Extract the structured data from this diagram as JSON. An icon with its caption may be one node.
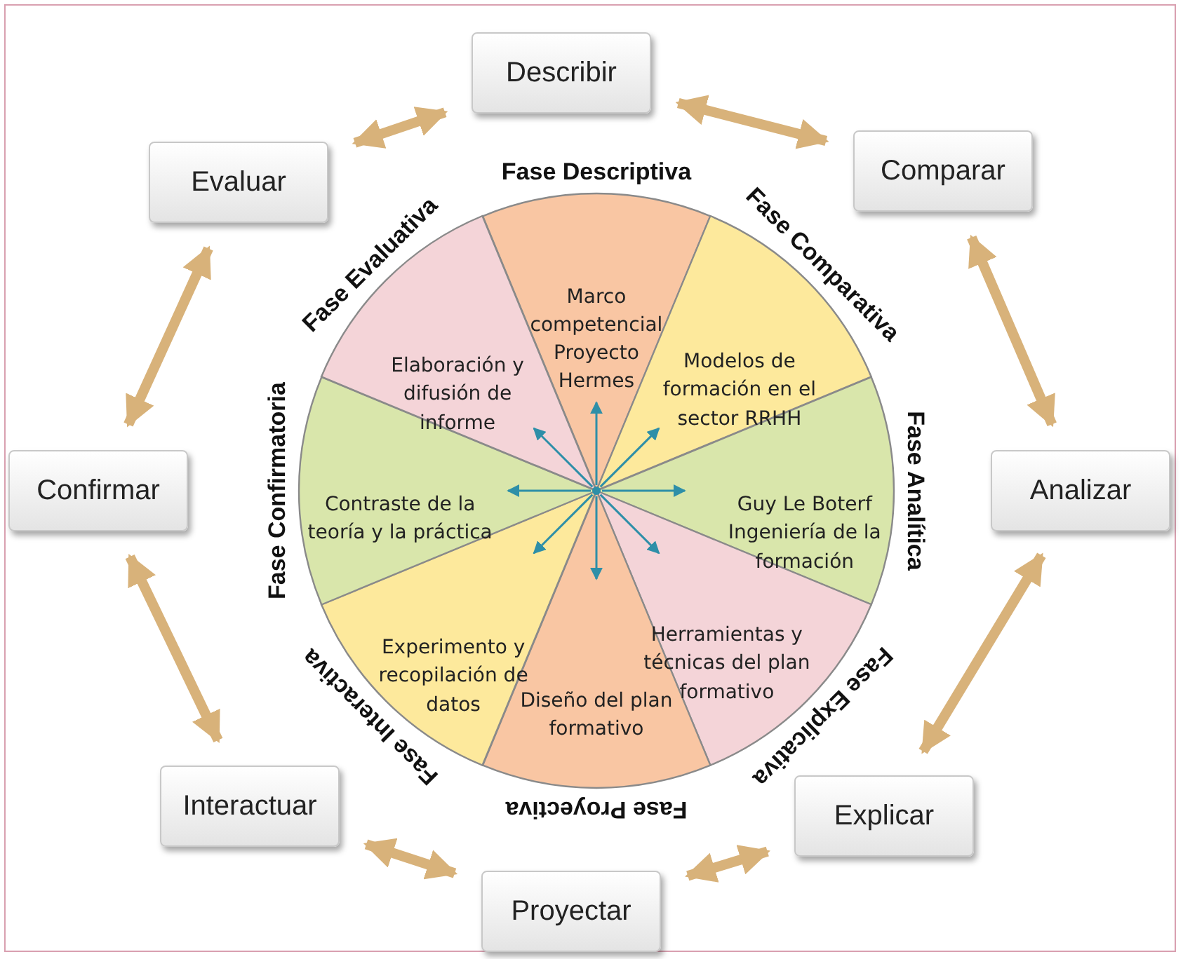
{
  "diagram": {
    "nodes": [
      {
        "text": [
          "Describir"
        ]
      },
      {
        "text": [
          "Comparar"
        ]
      },
      {
        "text": [
          "Analizar"
        ]
      },
      {
        "text": [
          "Explicar"
        ]
      },
      {
        "text": [
          "Proyectar"
        ]
      },
      {
        "text": [
          "Interactuar"
        ]
      },
      {
        "text": [
          "Confirmar"
        ]
      },
      {
        "text": [
          "Evaluar"
        ]
      },
      {
        "text": [
          "Fase Descriptiva",
          "Marco competencial Proyecto Hermes"
        ]
      },
      {
        "text": [
          "Fase Comparativa",
          "Modelos de formación en el sector RRHH"
        ]
      },
      {
        "text": [
          "Fase Analítica",
          "Guy Le Boterf Ingeniería de la formación"
        ]
      },
      {
        "text": [
          "Fase Explicativa",
          "Herramientas y técnicas del plan formativo"
        ]
      },
      {
        "text": [
          "Fase Proyectiva",
          "Diseño del plan formativo"
        ]
      },
      {
        "text": [
          "Fase Interactiva",
          "Experimento y recopilación de datos"
        ]
      },
      {
        "text": [
          "Fase Confirmatoria",
          "Contraste de la teoría y la práctica"
        ]
      },
      {
        "text": [
          "Fase Evaluativa",
          "Elaboración y difusión de informe"
        ]
      },
      {
        "text": [],
        "shape": "circle"
      }
    ],
    "edges": [
      {
        "from": 0,
        "to": 1,
        "arrow": "both",
        "style": "thick"
      },
      {
        "from": 1,
        "to": 2,
        "arrow": "both",
        "style": "thick"
      },
      {
        "from": 2,
        "to": 3,
        "arrow": "both",
        "style": "thick"
      },
      {
        "from": 3,
        "to": 4,
        "arrow": "both",
        "style": "thick"
      },
      {
        "from": 4,
        "to": 5,
        "arrow": "both",
        "style": "thick"
      },
      {
        "from": 5,
        "to": 6,
        "arrow": "both",
        "style": "thick"
      },
      {
        "from": 6,
        "to": 7,
        "arrow": "both",
        "style": "thick"
      },
      {
        "from": 7,
        "to": 0,
        "arrow": "both",
        "style": "thick"
      },
      {
        "from": 16,
        "to": 8,
        "arrow": "to",
        "color": "#2e8fa8"
      },
      {
        "from": 16,
        "to": 9,
        "arrow": "to",
        "color": "#2e8fa8"
      },
      {
        "from": 16,
        "to": 10,
        "arrow": "to",
        "color": "#2e8fa8"
      },
      {
        "from": 16,
        "to": 11,
        "arrow": "to",
        "color": "#2e8fa8"
      },
      {
        "from": 16,
        "to": 12,
        "arrow": "to",
        "color": "#2e8fa8"
      },
      {
        "from": 16,
        "to": 13,
        "arrow": "to",
        "color": "#2e8fa8"
      },
      {
        "from": 16,
        "to": 14,
        "arrow": "to",
        "color": "#2e8fa8"
      },
      {
        "from": 16,
        "to": 15,
        "arrow": "to",
        "color": "#2e8fa8"
      }
    ]
  }
}
